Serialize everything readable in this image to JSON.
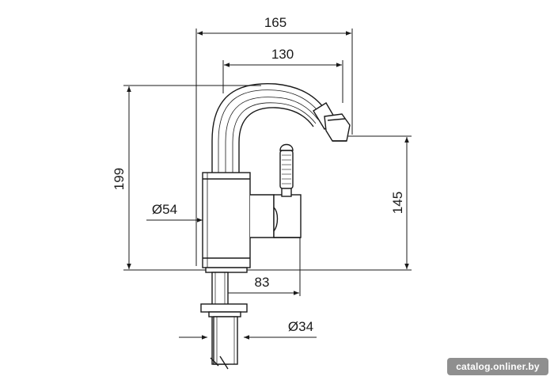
{
  "dimensions": {
    "overall_width": "165",
    "spout_reach": "130",
    "total_height": "199",
    "outlet_height": "145",
    "body_diameter": "Ø54",
    "handle_offset": "83",
    "shank_diameter": "Ø34"
  },
  "watermark": "catalog.onliner.by",
  "colors": {
    "line": "#1a1a1a",
    "watermark_bg": "#8f8f8f"
  }
}
